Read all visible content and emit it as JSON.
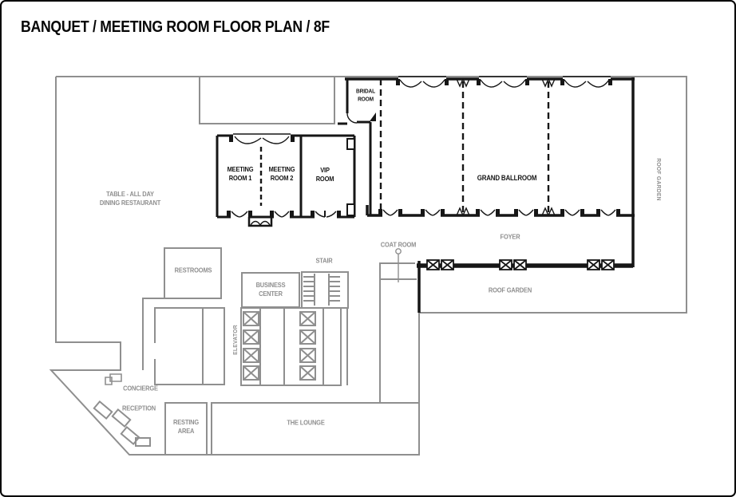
{
  "title": "BANQUET / MEETING ROOM FLOOR PLAN / 8F",
  "floor": "8F",
  "labels": {
    "bridal_room": "BRIDAL\nROOM",
    "meeting_room_1": "MEETING\nROOM 1",
    "meeting_room_2": "MEETING\nROOM 2",
    "vip_room": "VIP\nROOM",
    "grand_ballroom": "GRAND BALLROOM",
    "restaurant": "TABLE - ALL DAY\nDINING RESTAURANT",
    "restrooms": "RESTROOMS",
    "stair": "STAIR",
    "business_center": "BUSINESS\nCENTER",
    "coat_room": "COAT ROOM",
    "foyer": "FOYER",
    "roof_garden_lower": "ROOF GARDEN",
    "roof_garden_right": "ROOF GARDEN",
    "elevator": "ELEVATOR",
    "concierge": "CONCIERGE",
    "reception": "RECEPTION",
    "resting_area": "RESTING\nAREA",
    "the_lounge": "THE LOUNGE"
  },
  "colors": {
    "wall_black": "#161616",
    "outline_gray": "#8f8f8f",
    "background": "#ffffff"
  }
}
